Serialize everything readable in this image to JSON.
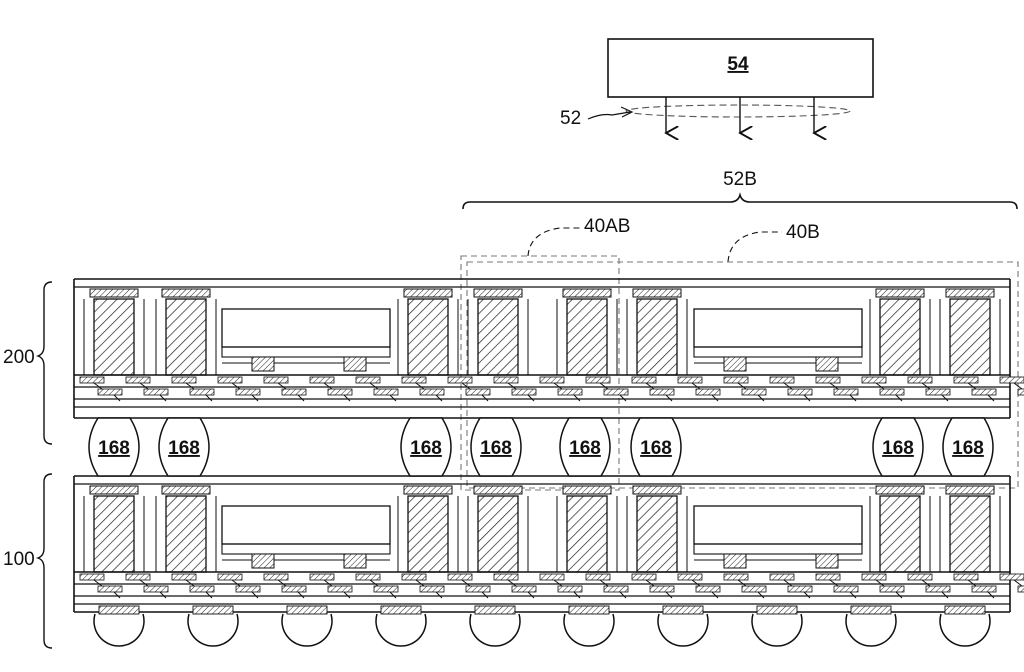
{
  "labels": {
    "source": "54",
    "beam": "52",
    "beam_region": "52B",
    "region_ab": "40AB",
    "region_b": "40B",
    "upper_package": "200",
    "lower_package": "100",
    "connector": "168"
  },
  "colors": {
    "ink": "#111111",
    "paper": "#ffffff",
    "dash": "#777777"
  }
}
